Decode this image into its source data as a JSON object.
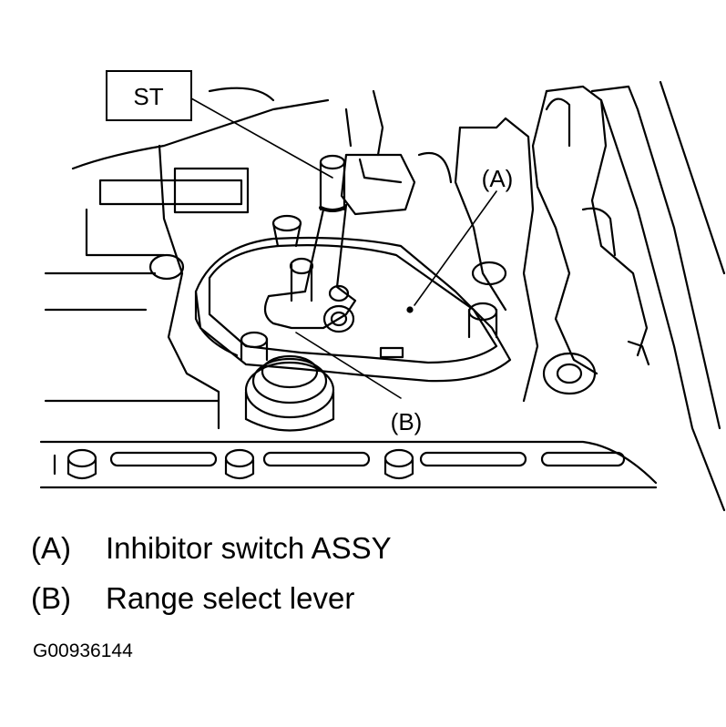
{
  "callouts": {
    "st": "ST",
    "a": "(A)",
    "b": "(B)"
  },
  "legend": [
    {
      "key": "(A)",
      "text": "Inhibitor switch ASSY"
    },
    {
      "key": "(B)",
      "text": "Range select lever"
    }
  ],
  "figure_id": "G00936144",
  "colors": {
    "line": "#000000",
    "background": "#ffffff"
  }
}
